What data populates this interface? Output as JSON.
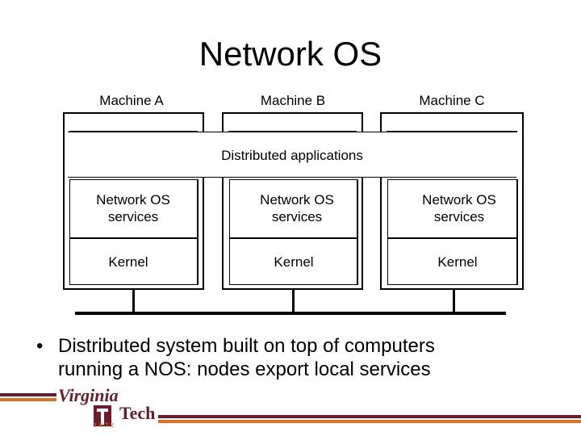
{
  "title": "Network OS",
  "machines": [
    {
      "label": "Machine A",
      "services": [
        "Network OS",
        "services"
      ],
      "kernel": "Kernel"
    },
    {
      "label": "Machine B",
      "services": [
        "Network OS",
        "services"
      ],
      "kernel": "Kernel"
    },
    {
      "label": "Machine C",
      "services": [
        "Network OS",
        "services"
      ],
      "kernel": "Kernel"
    }
  ],
  "distributed_applications": "Distributed applications",
  "bullet": {
    "symbol": "•",
    "line1": "Distributed system built on top of computers",
    "line2": "running a NOS: nodes export local services"
  },
  "logo": {
    "word1": "Virginia",
    "word2": "Tech",
    "year": "1872"
  },
  "colors": {
    "maroon": "#6b1b2a",
    "orange": "#e07020"
  }
}
